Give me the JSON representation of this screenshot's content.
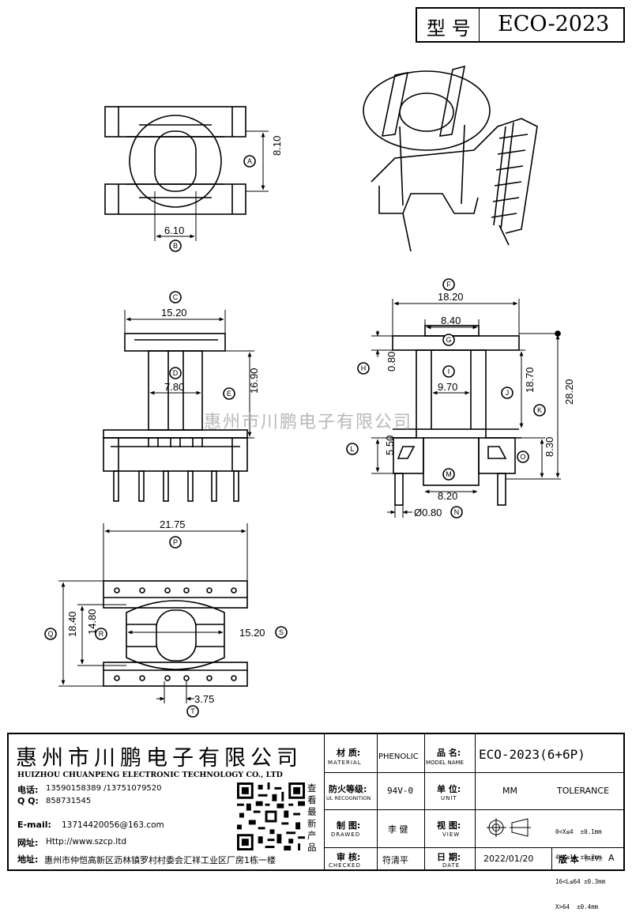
{
  "header": {
    "type_label": "型 号",
    "model": "ECO-2023"
  },
  "dims": {
    "a_val": "8.10",
    "b_val": "6.10",
    "c_val": "15.20",
    "d_val": "7.80",
    "e_val": "16.90",
    "f_val": "18.20",
    "g_val": "8.40",
    "h_val": "0.80",
    "i_val": "9.70",
    "j_val": "18.70",
    "k_val": "28.20",
    "l_val": "5.50",
    "m_val": "8.20",
    "n_val": "Ø0.80",
    "o_val": "8.30",
    "p_val": "21.75",
    "q_val": "18.40",
    "r_val": "14.80",
    "s_val": "15.20",
    "t_val": "3.75",
    "labels": {
      "a": "A",
      "b": "B",
      "c": "C",
      "d": "D",
      "e": "E",
      "f": "F",
      "g": "G",
      "h": "H",
      "i": "I",
      "j": "J",
      "k": "K",
      "l": "L",
      "m": "M",
      "n": "N",
      "o": "O",
      "p": "P",
      "q": "Q",
      "r": "R",
      "s": "S",
      "t": "T"
    }
  },
  "watermark": "惠州市川鹏电子有限公司",
  "company": {
    "name_cn": "惠州市川鹏电子有限公司",
    "name_en": "HUIZHOU CHUANPENG ELECTRONIC TECHNOLOGY CO., LTD",
    "phone_label": "电话:",
    "phone": "13590158389 /13751079520",
    "qq_label": "Q Q:",
    "qq": "858731545",
    "email_label": "E-mail:",
    "email": "13714420056@163.com",
    "web_label": "网址:",
    "web": "Http://www.szcp.ltd",
    "addr_label": "地址:",
    "addr": "惠州市仲恺高新区沥林镇罗村村委会汇祥工业区厂房1栋一楼",
    "qr_caption": "查看最新产品"
  },
  "titleblock": {
    "material_cn": "材 质:",
    "material_en": "MATERIAL",
    "material": "PHENOLIC",
    "name_cn": "品 名:",
    "name_en": "MODEL NAME",
    "name": "ECO-2023(6+6P)",
    "ul_cn": "防火等级:",
    "ul_en": "UL RECOGNITION",
    "ul": "94V-0",
    "unit_cn": "单 位:",
    "unit_en": "UNIT",
    "unit": "MM",
    "tolerance": "TOLERANCE",
    "drawn_cn": "制 图:",
    "drawn_en": "DRAWED",
    "drawn": "李 健",
    "view_cn": "视 图:",
    "view_en": "VIEW",
    "tol_rows": [
      "0<X≤4  ±0.1mm",
      "4<X≤16 ±0.2mm",
      "16<L≤64 ±0.3mm",
      "X>64  ±0.4mm"
    ],
    "checked_cn": "审 核:",
    "checked_en": "CHECKED",
    "checked": "符清平",
    "date_cn": "日 期:",
    "date_en": "DATE",
    "date": "2022/01/20",
    "rev_label": "版 本",
    "rev_small": "(REV):",
    "rev": "A"
  }
}
